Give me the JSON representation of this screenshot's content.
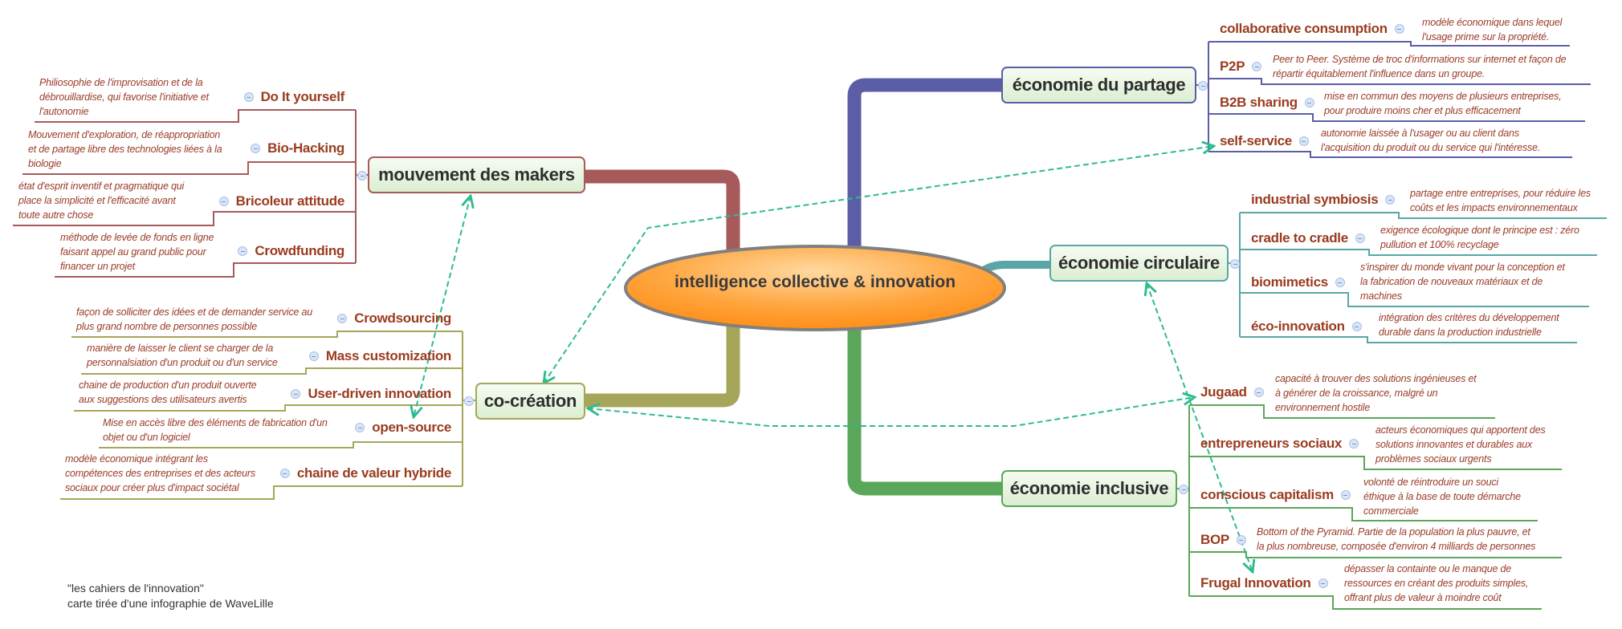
{
  "center": {
    "label": "intelligence collective & innovation"
  },
  "branches": {
    "partage": {
      "label": "économie du partage",
      "color": "#5b5ea6",
      "items": [
        {
          "label": "collaborative consumption",
          "desc": [
            "modèle économique dans lequel",
            "l'usage prime sur la propriété."
          ]
        },
        {
          "label": "P2P",
          "desc": [
            "Peer to Peer. Système de troc d'informations sur internet et façon de",
            "répartir équitablement l'influence dans un groupe."
          ]
        },
        {
          "label": "B2B sharing",
          "desc": [
            "mise en commun des moyens de plusieurs entreprises,",
            "pour produire moins cher et plus efficacement"
          ]
        },
        {
          "label": "self-service",
          "desc": [
            "autonomie laissée à l'usager ou au client dans",
            "l'acquisition du produit ou du service qui l'intéresse."
          ]
        }
      ]
    },
    "circulaire": {
      "label": "économie circulaire",
      "color": "#5aa6a6",
      "items": [
        {
          "label": "industrial symbiosis",
          "desc": [
            "partage entre entreprises, pour réduire les",
            "coûts et les impacts environnementaux"
          ]
        },
        {
          "label": "cradle to cradle",
          "desc": [
            "exigence écologique dont le principe est : zéro",
            "pullution et 100% recyclage"
          ]
        },
        {
          "label": "biomimetics",
          "desc": [
            "s'inspirer du monde vivant pour la conception et",
            "la fabrication de nouveaux matériaux et de",
            "machines"
          ]
        },
        {
          "label": "éco-innovation",
          "desc": [
            "intégration des critères du développement",
            "durable dans la production industrielle"
          ]
        }
      ]
    },
    "inclusive": {
      "label": "économie inclusive",
      "color": "#5aa65a",
      "items": [
        {
          "label": "Jugaad",
          "desc": [
            "capacité à trouver des solutions ingénieuses et",
            "à générer de la croissance, malgré un",
            "environnement hostile"
          ]
        },
        {
          "label": "entrepreneurs sociaux",
          "desc": [
            "acteurs économiques qui apportent des",
            "solutions innovantes et durables aux",
            "problèmes sociaux urgents"
          ]
        },
        {
          "label": "conscious capitalism",
          "desc": [
            "volonté de réintroduire un souci",
            "éthique à la base de toute démarche",
            "commerciale"
          ]
        },
        {
          "label": "BOP",
          "desc": [
            "Bottom of the Pyramid. Partie de la population la plus pauvre, et",
            "la plus nombreuse, composée d'environ 4 milliards de personnes"
          ]
        },
        {
          "label": "Frugal Innovation",
          "desc": [
            "dépasser la containte ou le manque de",
            "ressources en créant des produits simples,",
            "offrant plus de valeur à moindre coût"
          ]
        }
      ]
    },
    "makers": {
      "label": "mouvement des makers",
      "color": "#a65a5a",
      "items": [
        {
          "label": "Do It yourself",
          "desc": [
            "Philiosophie de l'improvisation et de la",
            "débrouillardise, qui favorise l'initiative et",
            "l'autonomie"
          ]
        },
        {
          "label": "Bio-Hacking",
          "desc": [
            "Mouvement d'exploration, de réappropriation",
            "et de partage libre des technologies liées à la",
            "biologie"
          ]
        },
        {
          "label": "Bricoleur attitude",
          "desc": [
            "état d'esprit inventif et pragmatique qui",
            "place la simplicité et l'efficacité avant",
            "toute autre chose"
          ]
        },
        {
          "label": "Crowdfunding",
          "desc": [
            "méthode de levée de fonds en ligne",
            "faisant appel au grand public pour",
            "financer un projet"
          ]
        }
      ]
    },
    "cocreation": {
      "label": "co-création",
      "color": "#a6a65a",
      "items": [
        {
          "label": "Crowdsourcing",
          "desc": [
            "façon de solliciter des idées et de demander service au",
            "plus grand nombre de personnes possible"
          ]
        },
        {
          "label": "Mass customization",
          "desc": [
            "manière de laisser le client se charger de la",
            "personnalsiation d'un produit ou d'un service"
          ]
        },
        {
          "label": "User-driven innovation",
          "desc": [
            "chaine de production d'un produit ouverte",
            "aux suggestions des utilisateurs avertis"
          ]
        },
        {
          "label": "open-source",
          "desc": [
            "Mise en accès libre des éléments de fabrication d'un",
            "objet ou d'un logiciel"
          ]
        },
        {
          "label": "chaine de valeur hybride",
          "desc": [
            "modèle économique intégrant les",
            "compétences des entreprises et des acteurs",
            "sociaux pour créer plus d'impact sociétal"
          ]
        }
      ]
    }
  },
  "relationship_color": "#2dbb8f",
  "footer": {
    "line1": "\"les cahiers de l'innovation\"",
    "line2": "carte tirée d'une infographie de WaveLille"
  }
}
